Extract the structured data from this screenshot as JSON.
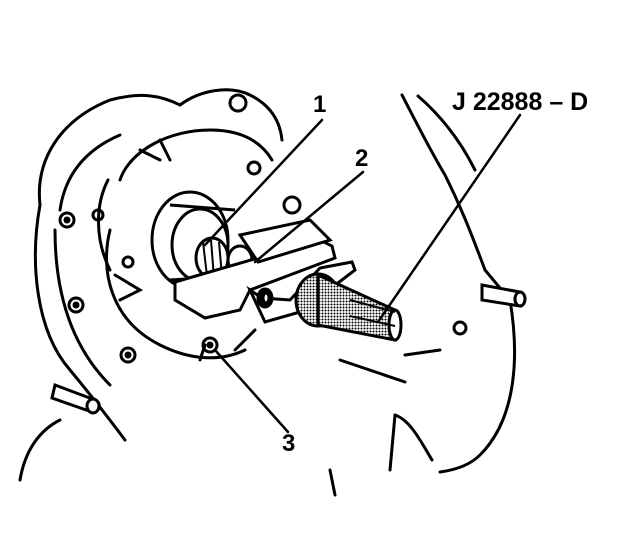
{
  "callouts": {
    "one": "1",
    "two": "2",
    "three": "3"
  },
  "tool_label": "J 22888 – D",
  "colors": {
    "line": "#000000",
    "background": "#ffffff",
    "puller_screw": "#5a5a5a"
  }
}
